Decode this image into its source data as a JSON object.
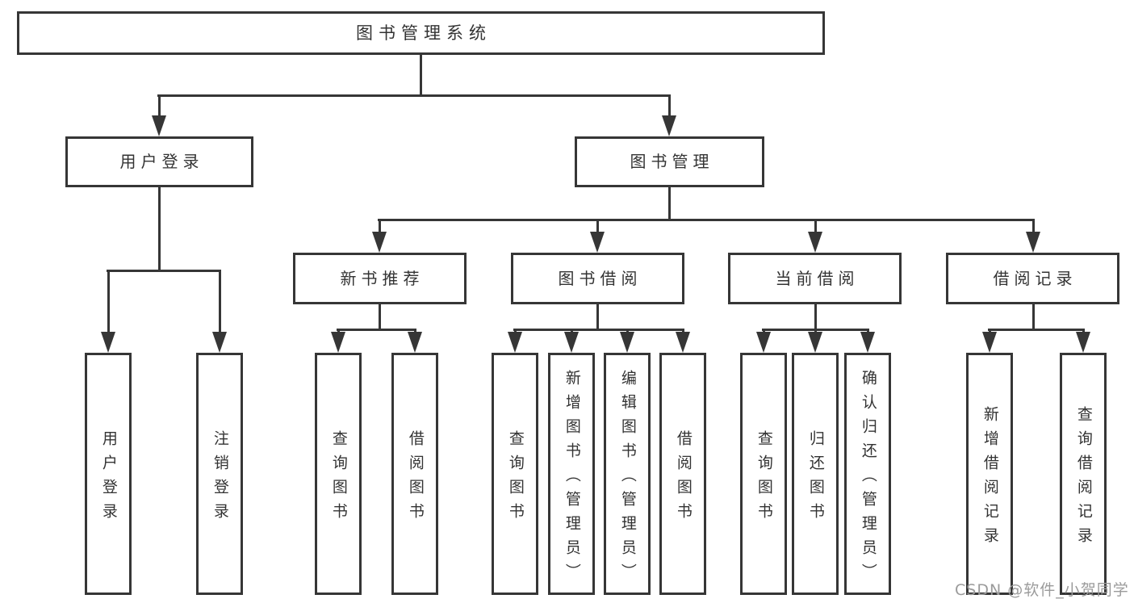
{
  "tree": {
    "label": "图书管理系统",
    "children": [
      {
        "label": "用户登录",
        "children": [
          {
            "label": "用户登录"
          },
          {
            "label": "注销登录"
          }
        ]
      },
      {
        "label": "图书管理",
        "children": [
          {
            "label": "新书推荐",
            "children": [
              {
                "label": "查询图书"
              },
              {
                "label": "借阅图书"
              }
            ]
          },
          {
            "label": "图书借阅",
            "children": [
              {
                "label": "查询图书"
              },
              {
                "label": "新增图书（管理员）"
              },
              {
                "label": "编辑图书（管理员）"
              },
              {
                "label": "借阅图书"
              }
            ]
          },
          {
            "label": "当前借阅",
            "children": [
              {
                "label": "查询图书"
              },
              {
                "label": "归还图书"
              },
              {
                "label": "确认归还（管理员）"
              }
            ]
          },
          {
            "label": "借阅记录",
            "children": [
              {
                "label": "新增借阅记录"
              },
              {
                "label": "查询借阅记录"
              }
            ]
          }
        ]
      }
    ]
  },
  "watermark": "CSDN @软件_小贺同学",
  "colors": {
    "line": "#363636",
    "text": "#333333",
    "watermark": "#9b9b9b",
    "background": "#ffffff"
  }
}
